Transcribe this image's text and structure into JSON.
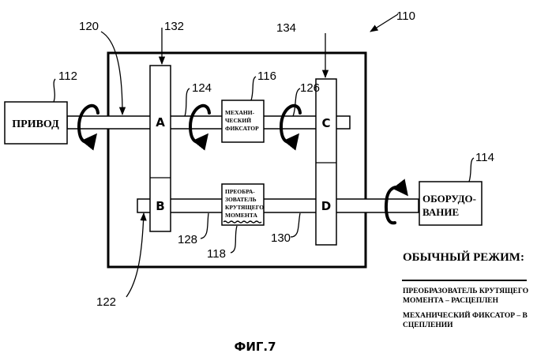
{
  "figure": {
    "caption": "ФИГ.7",
    "ref_system": "110",
    "ref_input_shaft": "120",
    "ref_output_shaft": "122",
    "ref_gear_ab": "132",
    "ref_gear_cd": "134",
    "ref_drive": "112",
    "ref_equipment": "114",
    "ref_mech_lock": "116",
    "ref_torque_conv": "118",
    "ref_shaft_124": "124",
    "ref_shaft_126": "126",
    "ref_shaft_128": "128",
    "ref_shaft_130": "130"
  },
  "blocks": {
    "drive": "ПРИВОД",
    "equipment_line1": "ОБОРУДО-",
    "equipment_line2": "ВАНИЕ",
    "mech_lock_line1": "МЕХАНИ-",
    "mech_lock_line2": "ЧЕСКИЙ",
    "mech_lock_line3": "ФИКСАТОР",
    "torque_line1": "ПРЕОБРА-",
    "torque_line2": "ЗОВАТЕЛЬ",
    "torque_line3": "КРУТЯЩЕГО",
    "torque_line4": "МОМЕНТА",
    "gear_a": "A",
    "gear_b": "B",
    "gear_c": "C",
    "gear_d": "D"
  },
  "legend": {
    "title": "ОБЫЧНЫЙ РЕЖИМ:",
    "item1_line1": "ПРЕОБРАЗОВАТЕЛЬ КРУТЯЩЕГО",
    "item1_line2": "МОМЕНТА – РАСЦЕПЛЕН",
    "item2_line1": "МЕХАНИЧЕСКИЙ ФИКСАТОР – В",
    "item2_line2": "СЦЕПЛЕНИИ"
  }
}
